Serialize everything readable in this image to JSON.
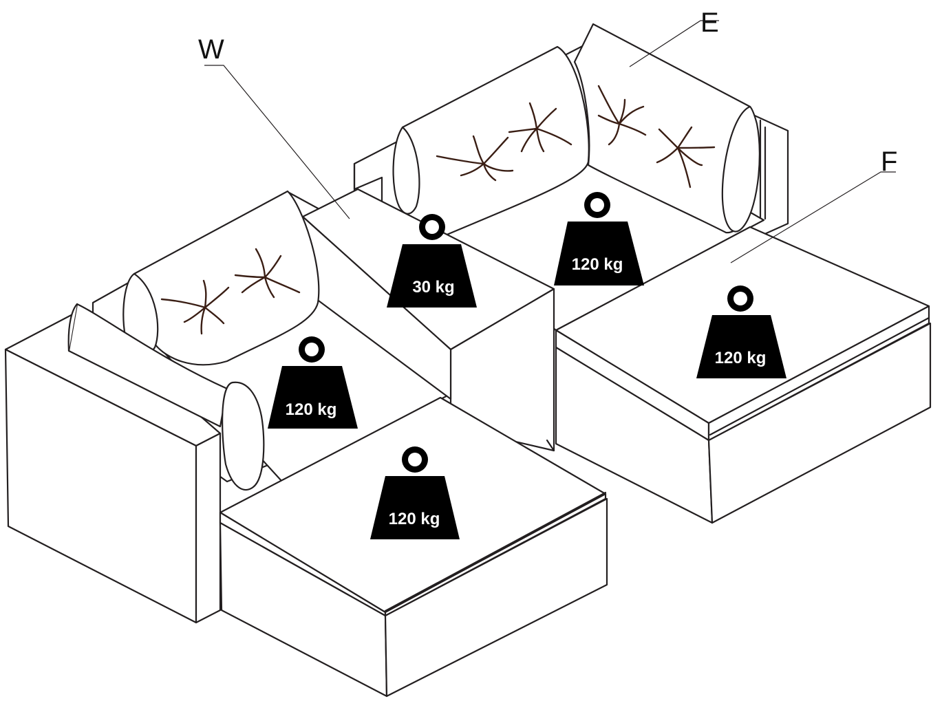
{
  "diagram": {
    "labels": {
      "w": "W",
      "e": "E",
      "f": "F"
    },
    "weights": {
      "middle_block": "30 kg",
      "left_seat": "120 kg",
      "left_chaise": "120 kg",
      "right_seat": "120 kg",
      "right_chaise": "120 kg"
    },
    "colors": {
      "line": "#231f20",
      "tuft": "#3a1e14",
      "weight_fill": "#000000",
      "weight_text": "#ffffff"
    },
    "icons": [
      "weight-icon",
      "tufted-cushion"
    ]
  }
}
